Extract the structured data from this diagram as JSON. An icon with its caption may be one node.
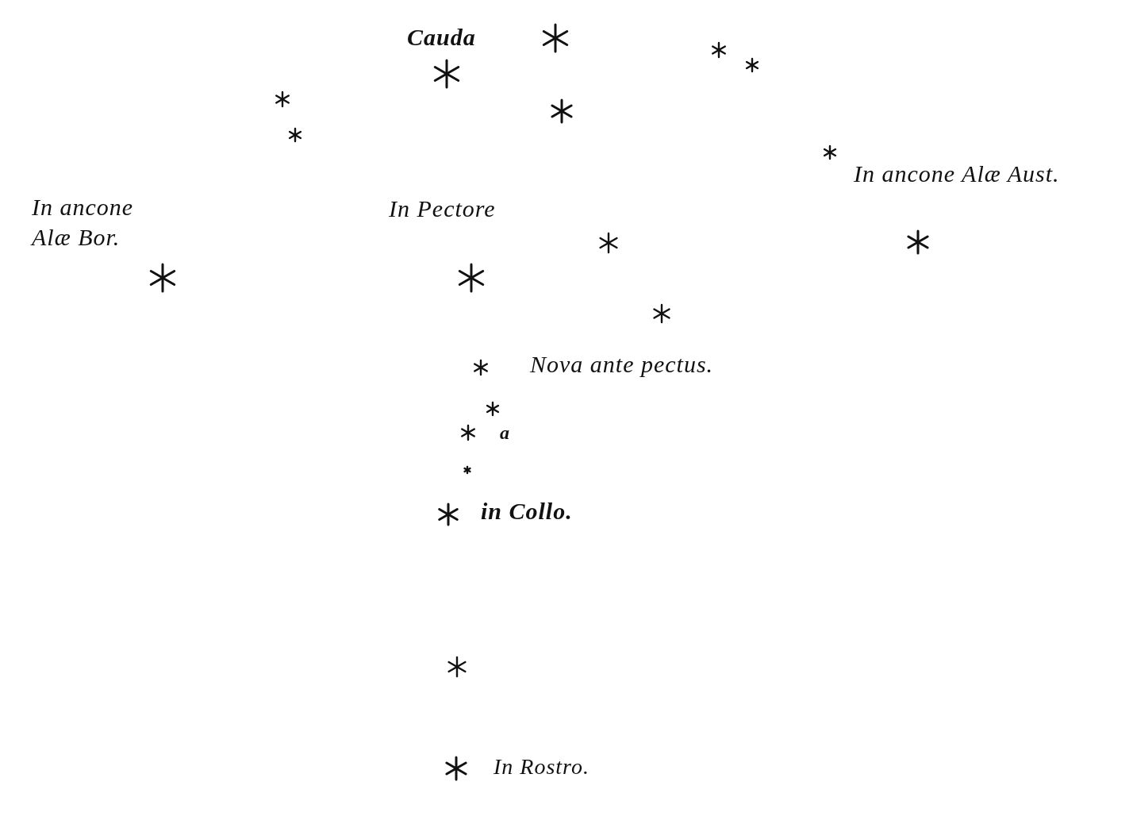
{
  "diagram": {
    "labels": [
      "Cauda",
      "In ancone Alæ Aust.",
      "In ancone Alæ Bor.",
      "In Pectore",
      "Nova ante pectus.",
      "a",
      "in Collo.",
      "In Rostro."
    ]
  }
}
